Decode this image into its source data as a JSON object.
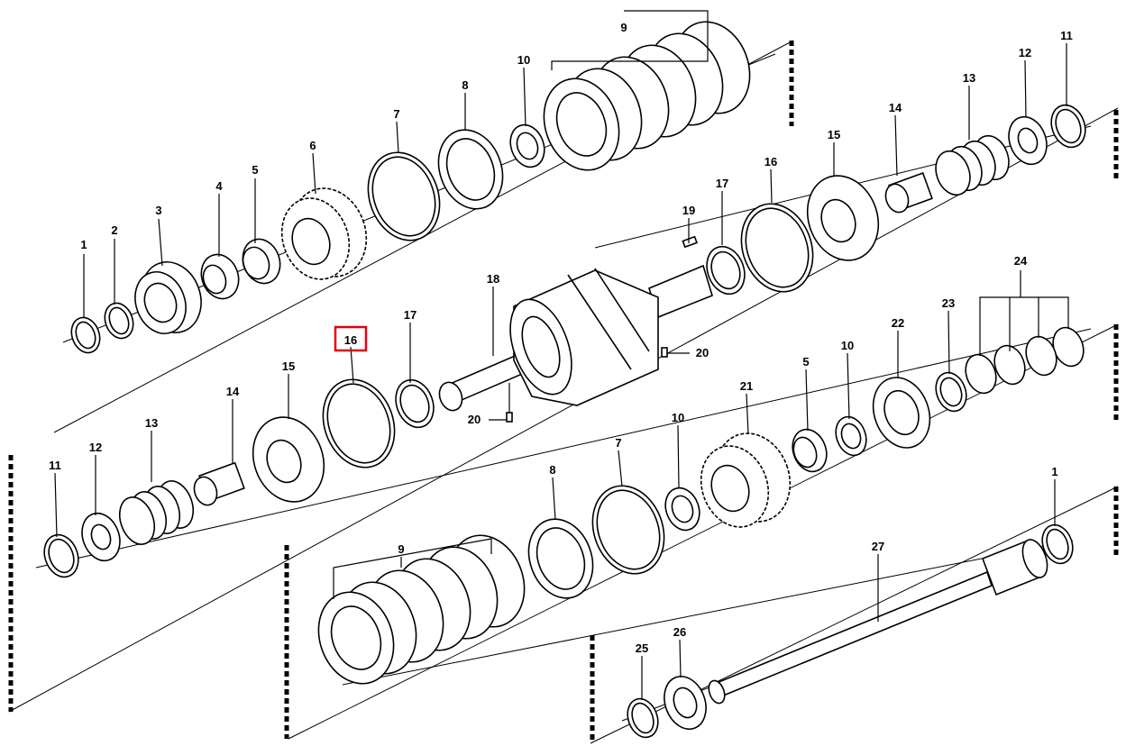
{
  "diagram": {
    "labels": {
      "p1_a": "1",
      "p2_a": "2",
      "p3": "3",
      "p4": "4",
      "p5_a": "5",
      "p6": "6",
      "p7_a": "7",
      "p8_a": "8",
      "p9_a": "9",
      "p10_a": "10",
      "p11_a": "11",
      "p12_a": "12",
      "p13_a": "13",
      "p14_a": "14",
      "p15_a": "15",
      "p16_a": "16",
      "p17_a": "17",
      "p18": "18",
      "p19": "19",
      "p20_a": "20",
      "p20_b": "20",
      "p16_b": "16",
      "p17_b": "17",
      "p15_b": "15",
      "p14_b": "14",
      "p13_b": "13",
      "p12_b": "12",
      "p11_b": "11",
      "p21": "21",
      "p5_b": "5",
      "p10_b": "10",
      "p22": "22",
      "p23": "23",
      "p24": "24",
      "p10_c": "10",
      "p7_b": "7",
      "p8_b": "8",
      "p9_b": "9",
      "p1_b": "1",
      "p27": "27",
      "p25": "25",
      "p26": "26"
    },
    "highlight_color": "#e3000f"
  }
}
